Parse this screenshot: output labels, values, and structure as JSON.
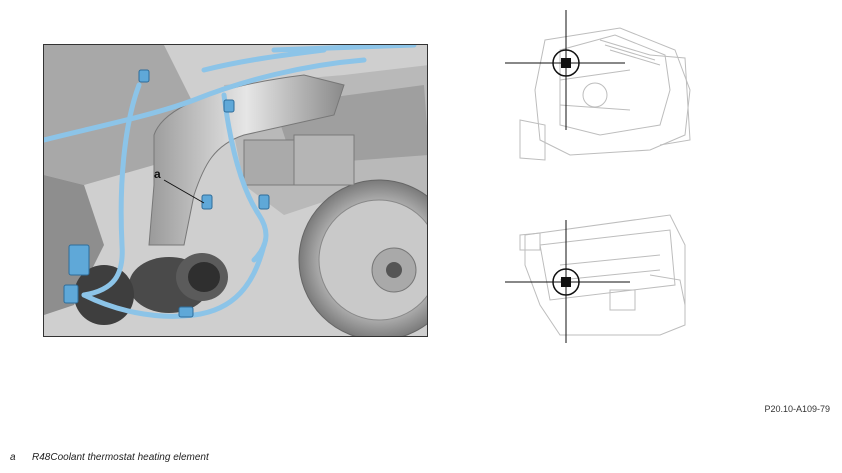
{
  "figure": {
    "callout": "a"
  },
  "ref_code": "P20.10-A109-79",
  "legend": [
    {
      "key": "a",
      "text": "R48Coolant thermostat heating element"
    }
  ],
  "colors": {
    "wire_blue": "#8cc4e8",
    "connector_blue": "#5fa8d8",
    "engine_grey": "#bfbfbf"
  }
}
